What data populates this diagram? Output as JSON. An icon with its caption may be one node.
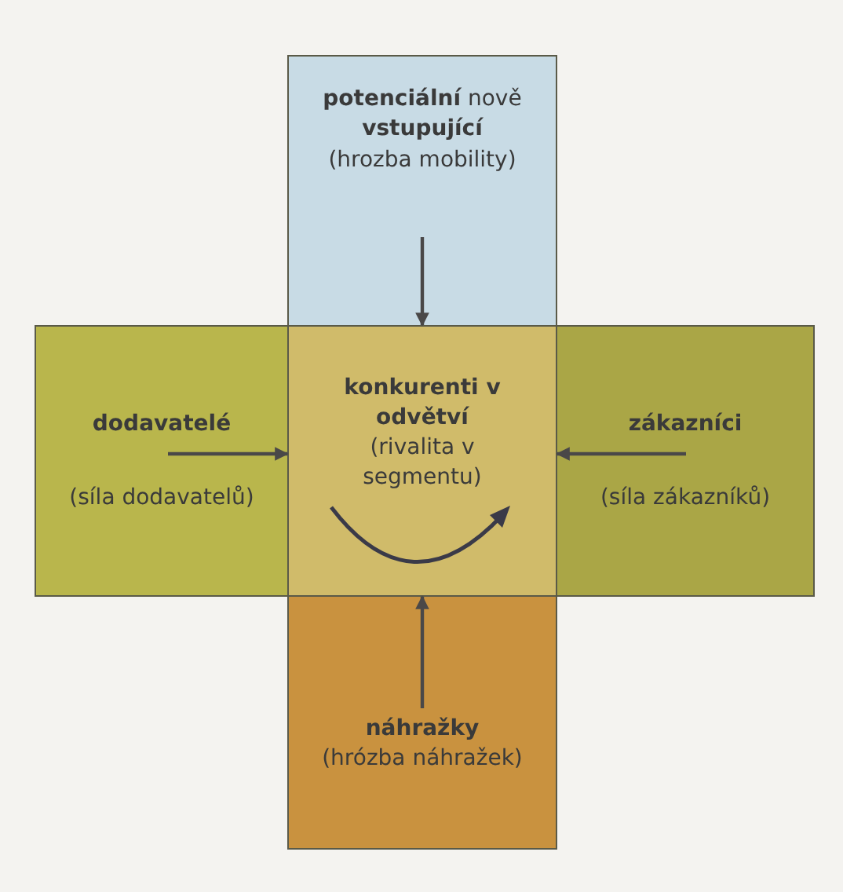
{
  "diagram": {
    "nodes": [
      {
        "text": [
          "**potenciální** nově **vstupující**",
          "(hrozba mobility)"
        ]
      },
      {
        "text": [
          "dodavatelé",
          "(síla dodavatelů)"
        ]
      },
      {
        "text": [
          "konkurenti v odvětví",
          "(rivalita v segmentu)"
        ]
      },
      {
        "text": [
          "zákazníci",
          "(síla zákazníků)"
        ]
      },
      {
        "text": [
          "náhražky",
          "(hrózba náhražek)"
        ]
      }
    ],
    "edges": [
      {
        "from": 0,
        "to": 2,
        "arrow": "to"
      },
      {
        "from": 1,
        "to": 2,
        "arrow": "to"
      },
      {
        "from": 3,
        "to": 2,
        "arrow": "to"
      },
      {
        "from": 4,
        "to": 2,
        "arrow": "to"
      }
    ]
  }
}
